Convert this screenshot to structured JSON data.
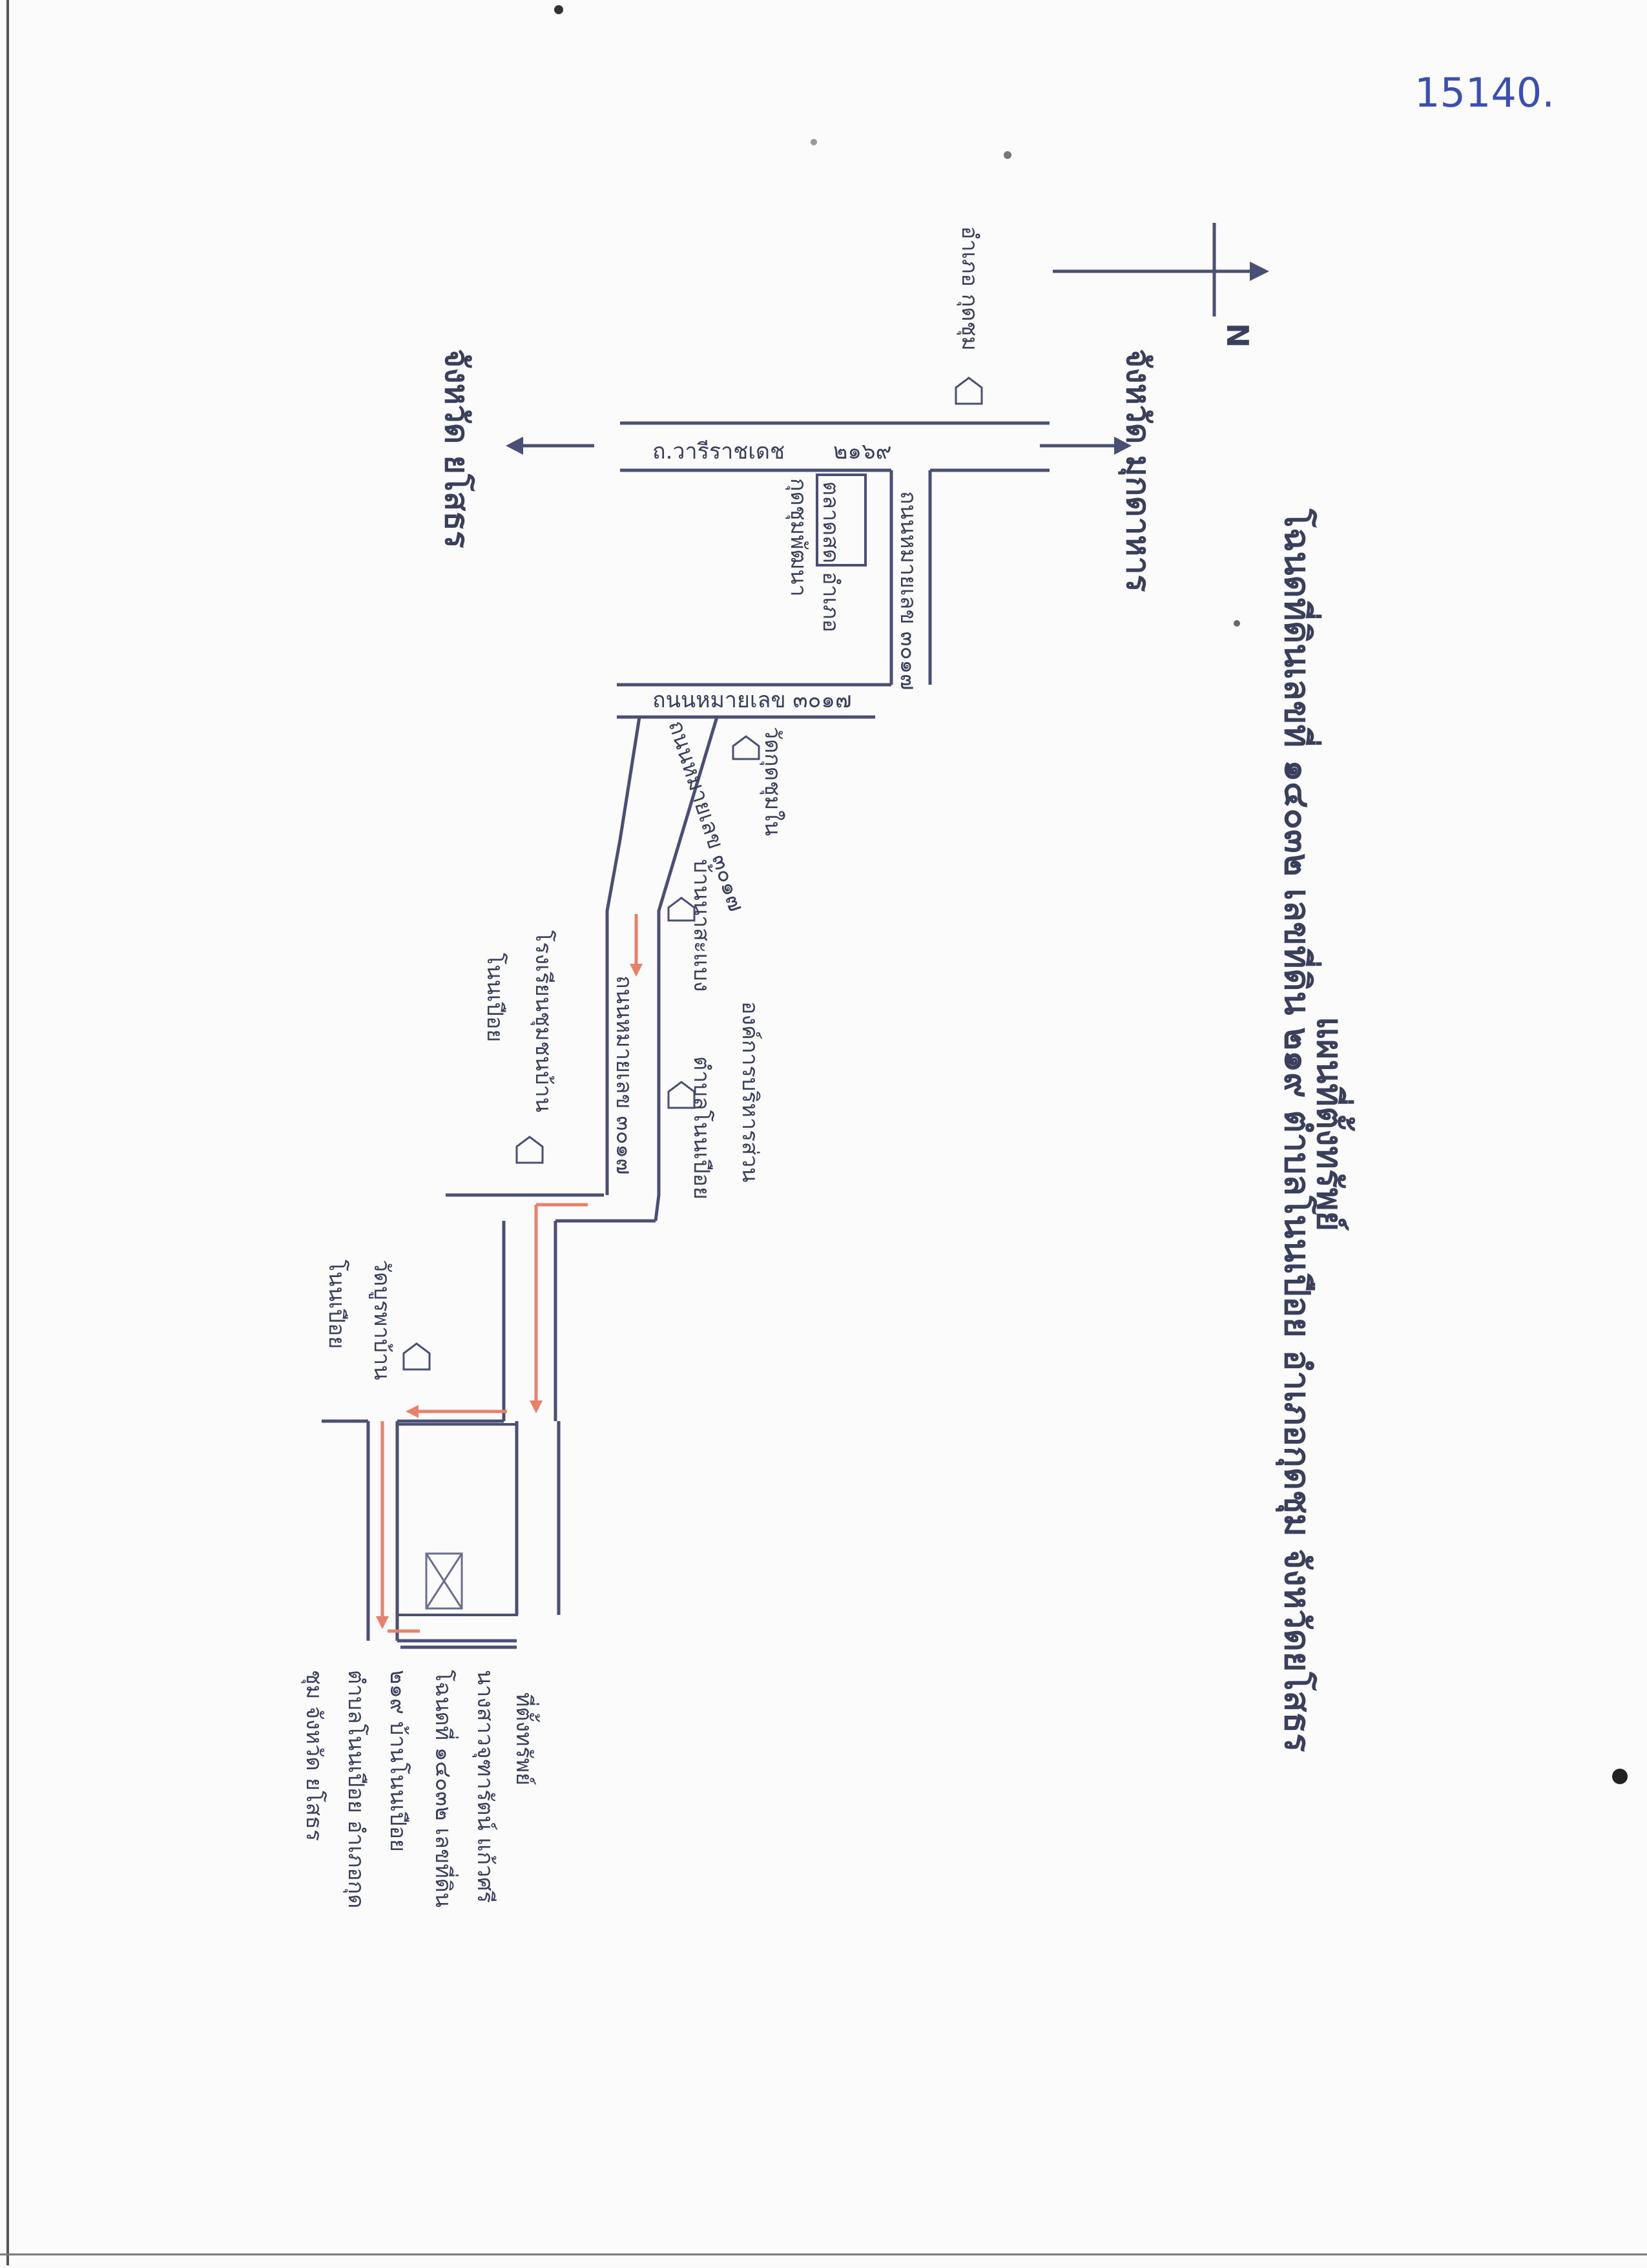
{
  "file_no": "15140.",
  "title": "แผนที่ตั้งทรัพย์",
  "subtitle": "โฉนดที่ดินเลขที่ ๑๔๐๓๒ เลขที่ดิน ๒๑๙ ตำบลโนนเปือย อำเภอกุดชุม จังหวัดยโสธร",
  "north_label": "N",
  "provinces": {
    "mukdahan": "จังหวัด มุกดาหาร",
    "yasothon": "จังหวัด ยโสธร"
  },
  "roads": {
    "road_2169_name": "ถ.วารีราชเดช",
    "road_2169_num": "๒๑๖๙",
    "road_3017_horizontal": "ถนนหมายเลข ๓๐๑๗",
    "road_3017_vertical": "ถนนหมายเลข ๓๐๑๗",
    "road_3017_diagonal": "ถนนหมายเลข ๓๐๑๗",
    "road_3017_lower": "ถนนหมายเลข ๓๐๑๗"
  },
  "landmarks": {
    "district_office": "อำเภอ กุดชุม",
    "market_line1": "ตลาดสด",
    "market_line2": "อำเภอ",
    "market_line3": "กุดชุมพัฒนา",
    "temple_kudchum": "วัดกุดชุมใน",
    "ban_nasaeng": "บ้านนาสะแบง",
    "tao_line1": "องค์การบริหารส่วน",
    "tao_line2": "ตำบลโนนเปือย",
    "school_line1": "โรงเรียนชุมชนบ้าน",
    "school_line2": "โนนเปือย",
    "temple_line1": "วัดบูรพาบ้าน",
    "temple_line2": "โนนเปือย"
  },
  "property_note": {
    "line1": "ที่ตั้งทรัพย์",
    "line2": "นางสาวจุฑารัตน์ แก้วศรี",
    "line3": "โฉนดที่ ๑๔๐๓๒ เลขที่ดิน",
    "line4": "๒๑๙ บ้านโนนเปือย",
    "line5": "ตำบลโนนเปือย อำเภอกุด",
    "line6": "ชุม จังหวัด ยโสธร"
  },
  "colors": {
    "ink": "#4a4f75",
    "route": "#e8806a",
    "pen": "#3b4fb0"
  }
}
